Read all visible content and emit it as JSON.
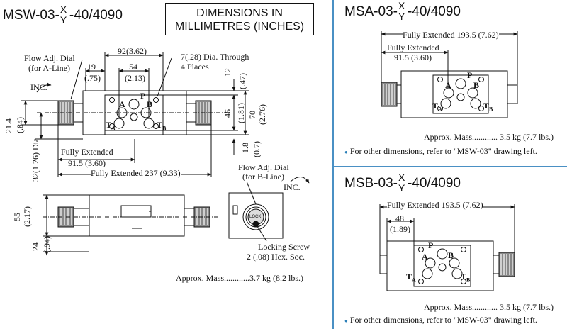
{
  "models": {
    "msw": {
      "prefix": "MSW-03-",
      "x": "X",
      "y": "Y",
      "suffix": "-40/4090"
    },
    "msa": {
      "prefix": "MSA-03-",
      "x": "X",
      "y": "Y",
      "suffix": "-40/4090"
    },
    "msb": {
      "prefix": "MSB-03-",
      "x": "X",
      "y": "Y",
      "suffix": "-40/4090"
    }
  },
  "header": {
    "line1": "DIMENSIONS IN",
    "line2": "MILLIMETRES (INCHES)"
  },
  "msw": {
    "flow_a_1": "Flow Adj. Dial",
    "flow_a_2": "(for A-Line)",
    "inc_1": "INC.",
    "dim_92": "92(3.62)",
    "dim_19": "19",
    "dim_19_in": "(.75)",
    "dim_54": "54",
    "dim_54_in": "(2.13)",
    "hole_1": "7(.28) Dia. Through",
    "hole_2": "4 Places",
    "dim_12": "12",
    "dim_12_in": "(.47)",
    "dim_46": "46",
    "dim_46_in": "(1.81)",
    "dim_70": "70",
    "dim_70_in": "(2.76)",
    "dim_18": "1.8",
    "dim_18_in": "(0.7)",
    "dim_214": "21.4",
    "dim_214_in": "(.84)",
    "dim_dia": "32(1.26) Dia",
    "fe1": "Fully Extended",
    "fe1_val": "91.5 (3.60)",
    "fe2": "Fully Extended 237 (9.33)",
    "port_p": "P",
    "port_a": "A",
    "port_b": "B",
    "port_ta": "T",
    "port_ta_sub": "A",
    "port_tb": "T",
    "port_tb_sub": "B",
    "flow_b_1": "Flow Adj. Dial",
    "flow_b_2": "(for B-Line)",
    "inc_2": "INC.",
    "dim_55": "55",
    "dim_55_in": "(2.17)",
    "dim_24": "24",
    "dim_24_in": "(.94)",
    "lock": "LOCK",
    "screw_1": "Locking Screw",
    "screw_2": "2 (.08) Hex. Soc.",
    "mass": "Approx. Mass............3.7 kg (8.2 lbs.)"
  },
  "msa": {
    "fe_total": "Fully Extended 193.5 (7.62)",
    "fe1": "Fully Extended",
    "fe1_val": "91.5 (3.60)",
    "port_p": "P",
    "port_a": "A",
    "port_b": "B",
    "port_ta": "T",
    "port_ta_sub": "A",
    "port_tb": "T",
    "port_tb_sub": "B",
    "mass": "Approx. Mass............ 3.5 kg (7.7 lbs.)",
    "note": "For other dimensions, refer to \"MSW-03\" drawing left."
  },
  "msb": {
    "fe_total": "Fully Extended 193.5 (7.62)",
    "dim_48": "48",
    "dim_48_in": "(1.89)",
    "port_p": "P",
    "port_a": "A",
    "port_b": "B",
    "port_ta": "T",
    "port_ta_sub": "A",
    "port_tb": "T",
    "port_tb_sub": "B",
    "mass": "Approx. Mass............ 3.5 kg (7.7 lbs.)",
    "note": "For other dimensions, refer to \"MSW-03\" drawing left."
  },
  "bullet": "●",
  "colors": {
    "divider": "#4a90c4",
    "bullet": "#2a7fb8",
    "line": "#111111"
  }
}
